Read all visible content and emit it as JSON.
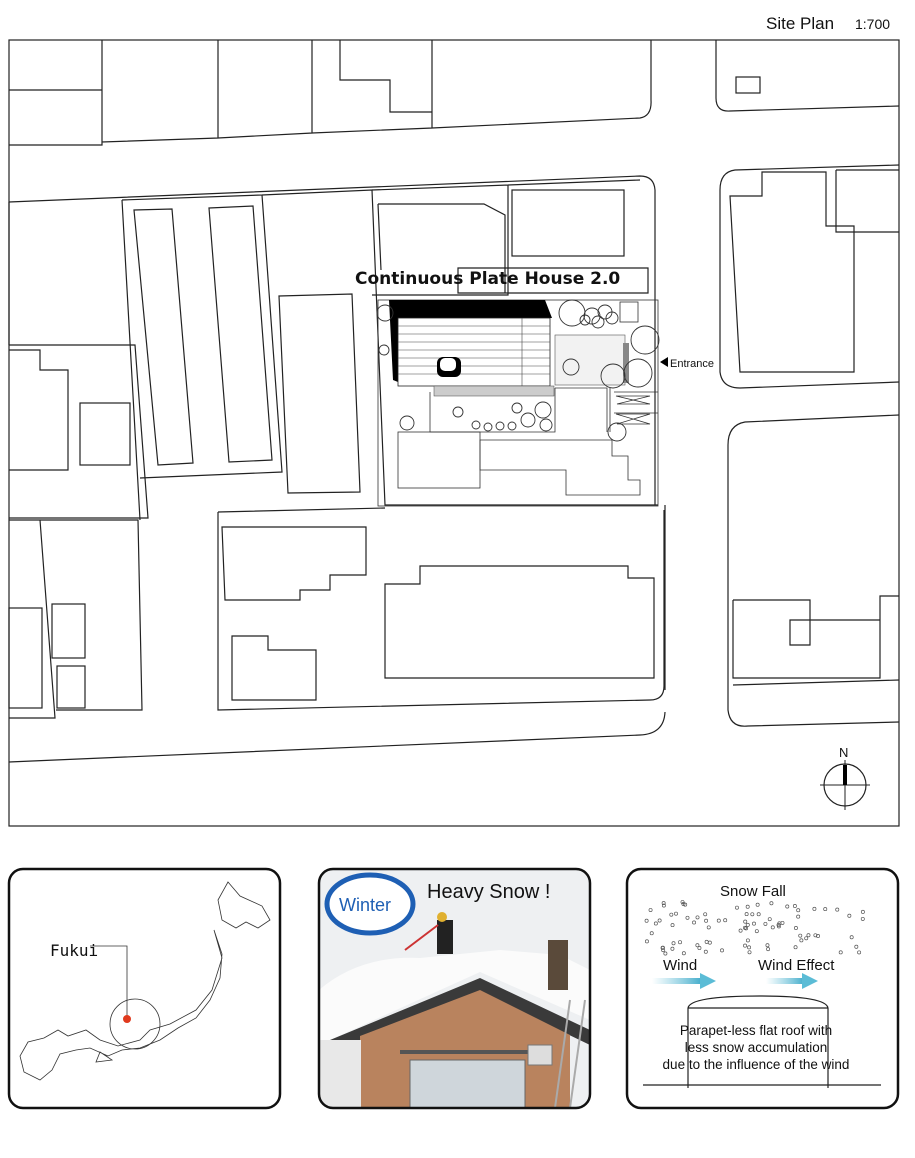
{
  "header": {
    "title": "Site Plan",
    "scale": "1:700"
  },
  "site_plan": {
    "project_label": "Continuous Plate House 2.0",
    "entrance_label": "Entrance",
    "north_label": "N"
  },
  "location_panel": {
    "city_label": "Fukui",
    "marker_color": "#e03a1e"
  },
  "photo_panel": {
    "season_label": "Winter",
    "caption": "Heavy Snow !",
    "accent": "#1e5fb4"
  },
  "wind_panel": {
    "title": "Snow Fall",
    "wind_label": "Wind",
    "wind_effect_label": "Wind Effect",
    "description_lines": [
      "Parapet-less flat roof with",
      "less snow accumulation",
      "due to the influence of the wind"
    ],
    "arrow_color": "#5bbcd6"
  }
}
